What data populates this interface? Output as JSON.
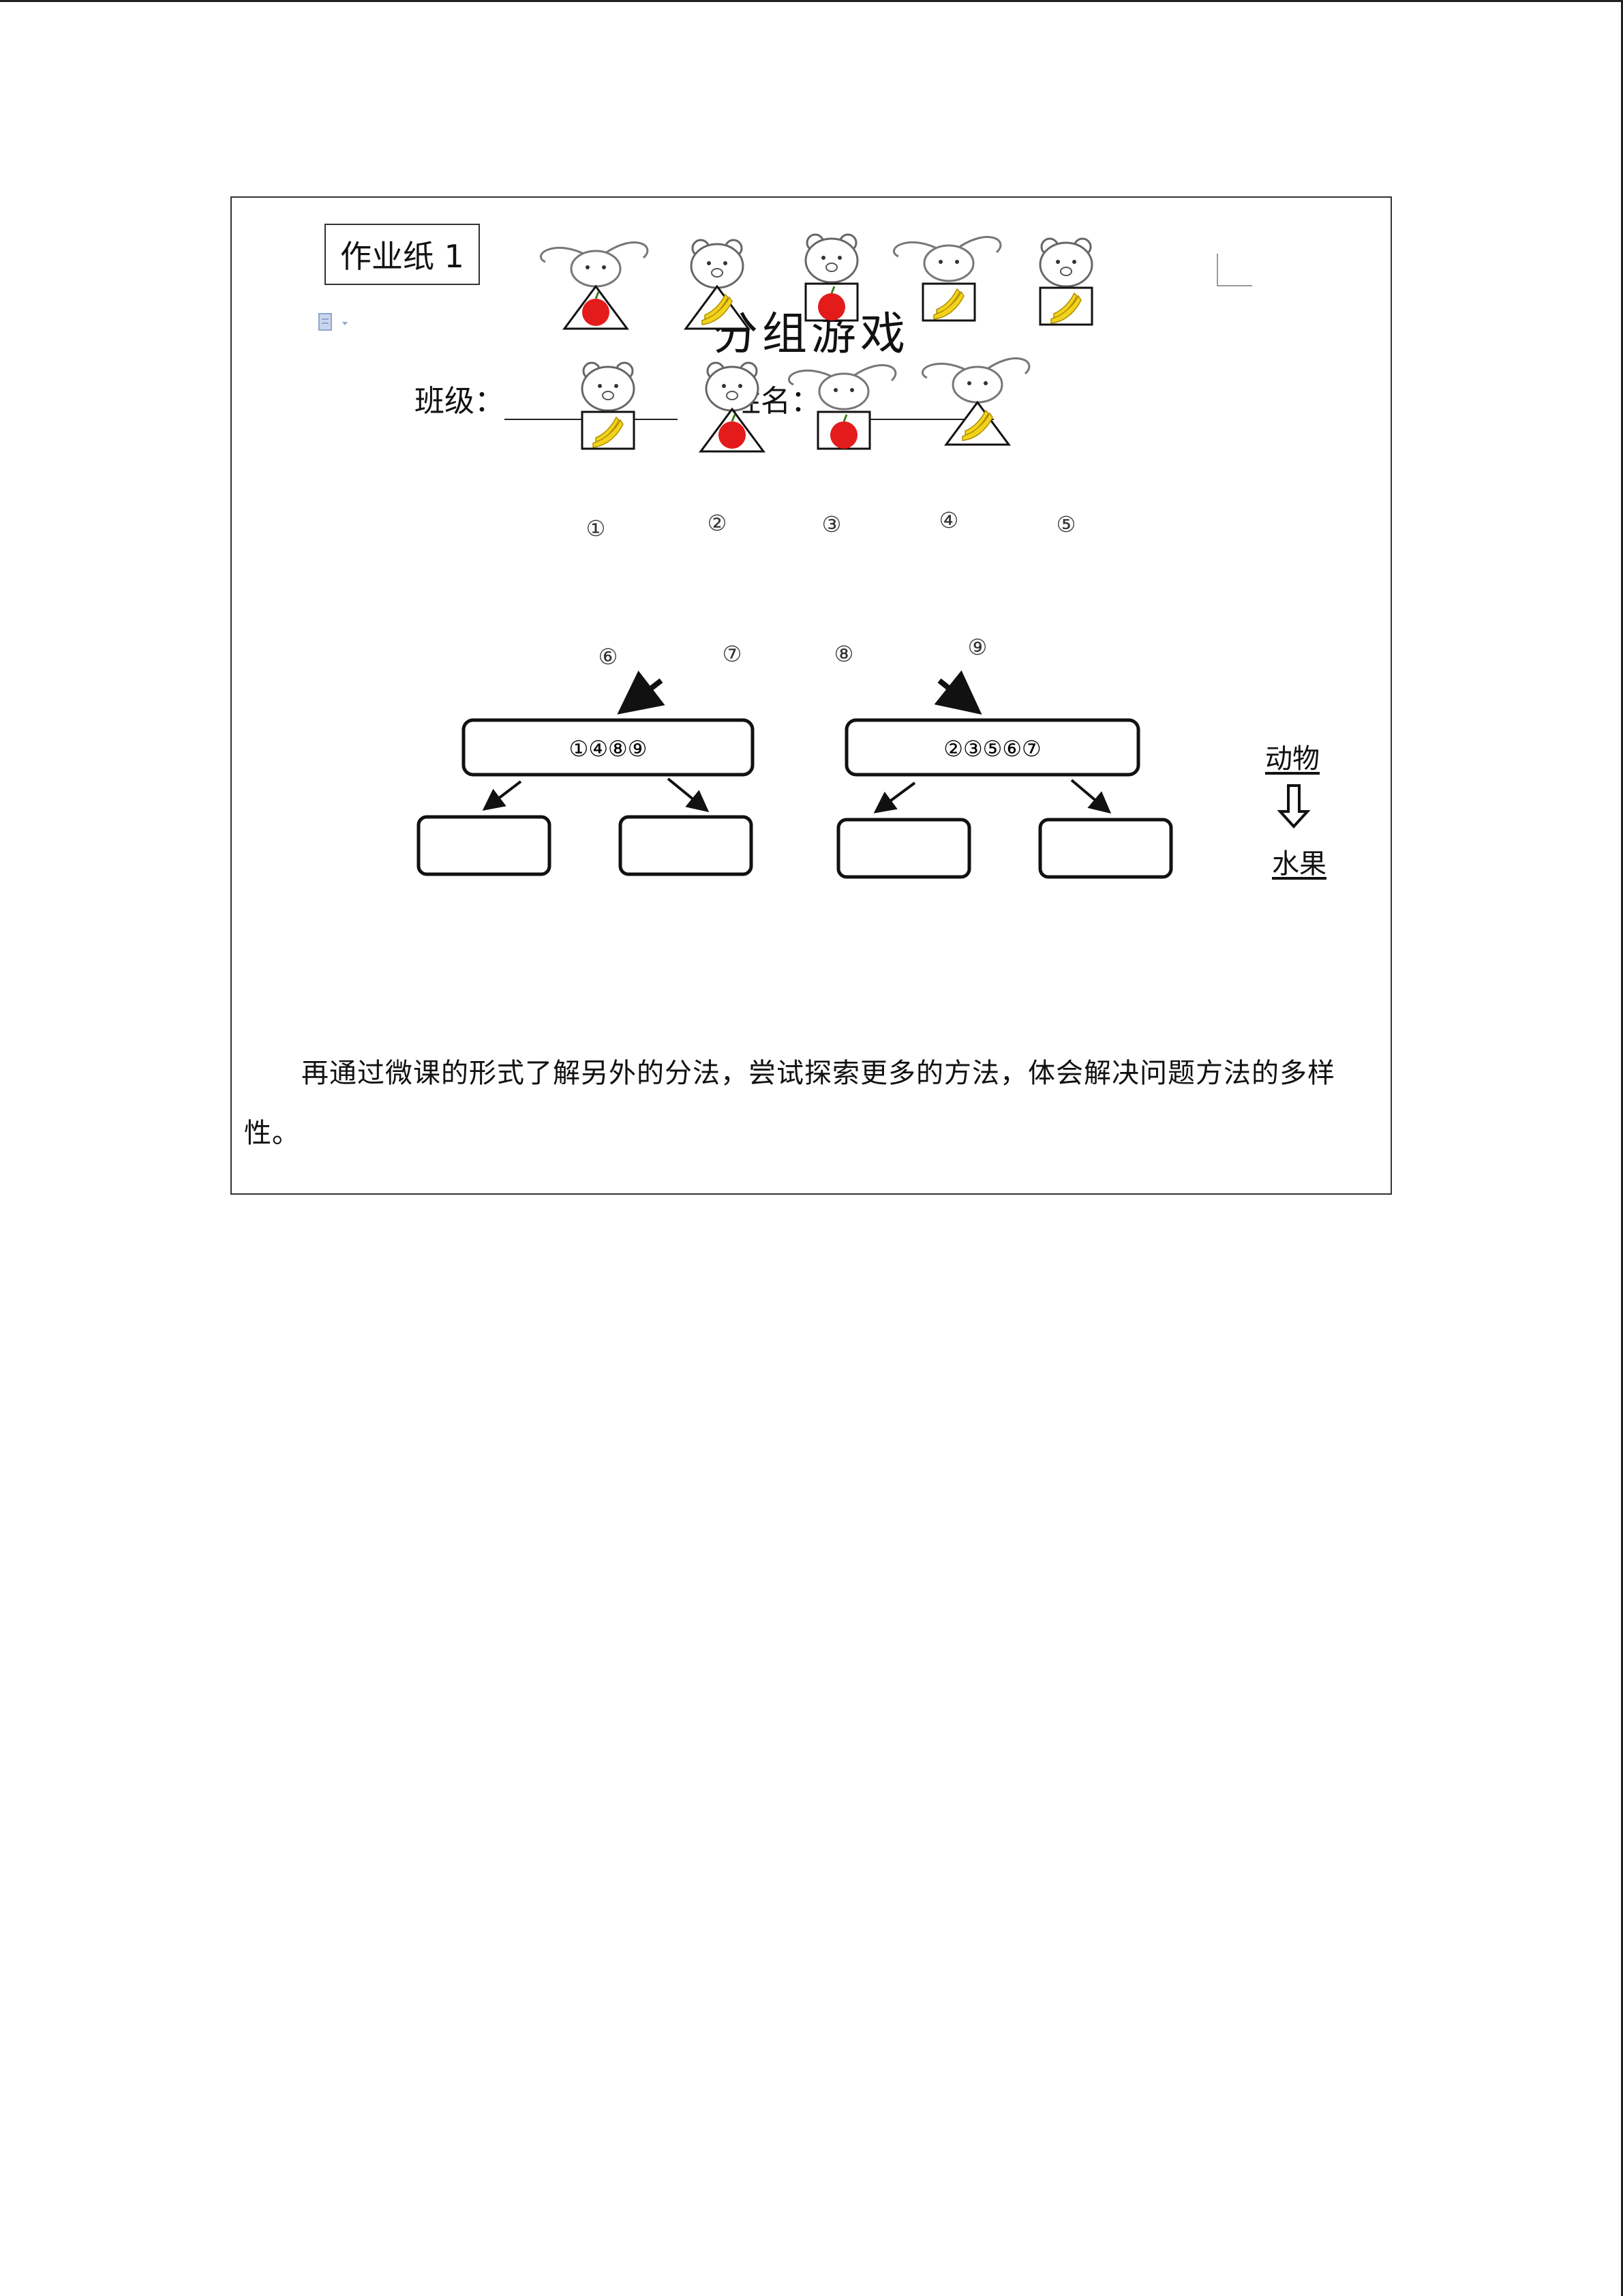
{
  "worksheet": {
    "label": "作业纸 1",
    "title": "分组游戏",
    "class_label": "班级：",
    "name_label": "姓名："
  },
  "figures": [
    {
      "number": "①",
      "animal": "rabbit",
      "fruit": "apple",
      "shape": "triangle"
    },
    {
      "number": "②",
      "animal": "bear",
      "fruit": "banana",
      "shape": "triangle"
    },
    {
      "number": "③",
      "animal": "bear",
      "fruit": "apple",
      "shape": "square"
    },
    {
      "number": "④",
      "animal": "rabbit",
      "fruit": "banana",
      "shape": "square"
    },
    {
      "number": "⑤",
      "animal": "bear",
      "fruit": "banana",
      "shape": "square"
    },
    {
      "number": "⑥",
      "animal": "bear",
      "fruit": "banana",
      "shape": "square"
    },
    {
      "number": "⑦",
      "animal": "bear",
      "fruit": "apple",
      "shape": "triangle"
    },
    {
      "number": "⑧",
      "animal": "rabbit",
      "fruit": "apple",
      "shape": "square"
    },
    {
      "number": "⑨",
      "animal": "rabbit",
      "fruit": "banana",
      "shape": "triangle"
    }
  ],
  "groups": {
    "left": "①④⑧⑨",
    "right": "②③⑤⑥⑦"
  },
  "legend": {
    "top": "动物",
    "bottom": "水果"
  },
  "paragraph": "再通过微课的形式了解另外的分法，尝试探索更多的方法，体会解决问题方法的多样性。",
  "colors": {
    "apple": "#e41b1b",
    "banana": "#f2d21b",
    "line": "#111111"
  }
}
